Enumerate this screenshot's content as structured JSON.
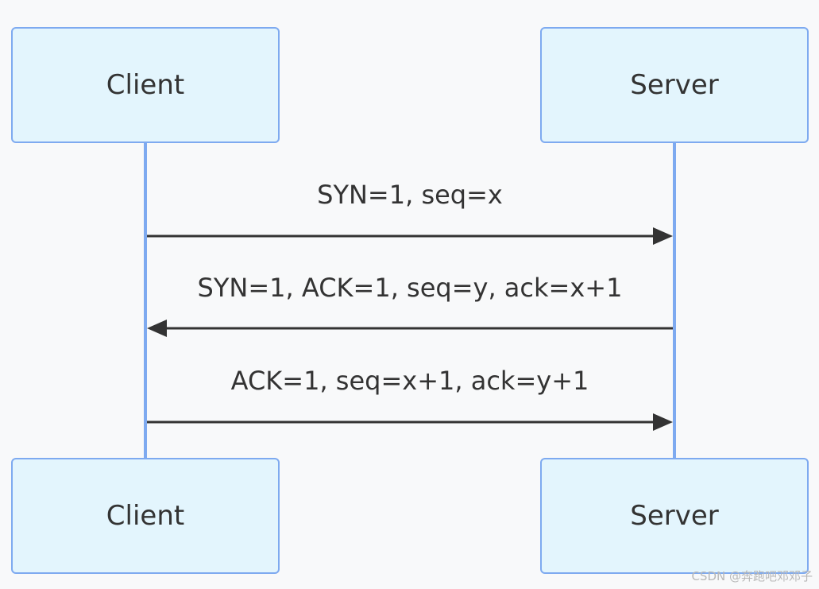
{
  "actors": {
    "client_top": "Client",
    "server_top": "Server",
    "client_bottom": "Client",
    "server_bottom": "Server"
  },
  "messages": [
    {
      "label": "SYN=1, seq=x",
      "from": "Client",
      "to": "Server"
    },
    {
      "label": "SYN=1, ACK=1, seq=y, ack=x+1",
      "from": "Server",
      "to": "Client"
    },
    {
      "label": "ACK=1, seq=x+1, ack=y+1",
      "from": "Client",
      "to": "Server"
    }
  ],
  "colors": {
    "actor_fill": "#e3f5fd",
    "actor_border": "#7eaaf0",
    "lifeline": "#7eaaf0",
    "arrow": "#333333",
    "background": "#f8f9fa"
  },
  "watermark": "CSDN @奔跑吧邓邓子"
}
